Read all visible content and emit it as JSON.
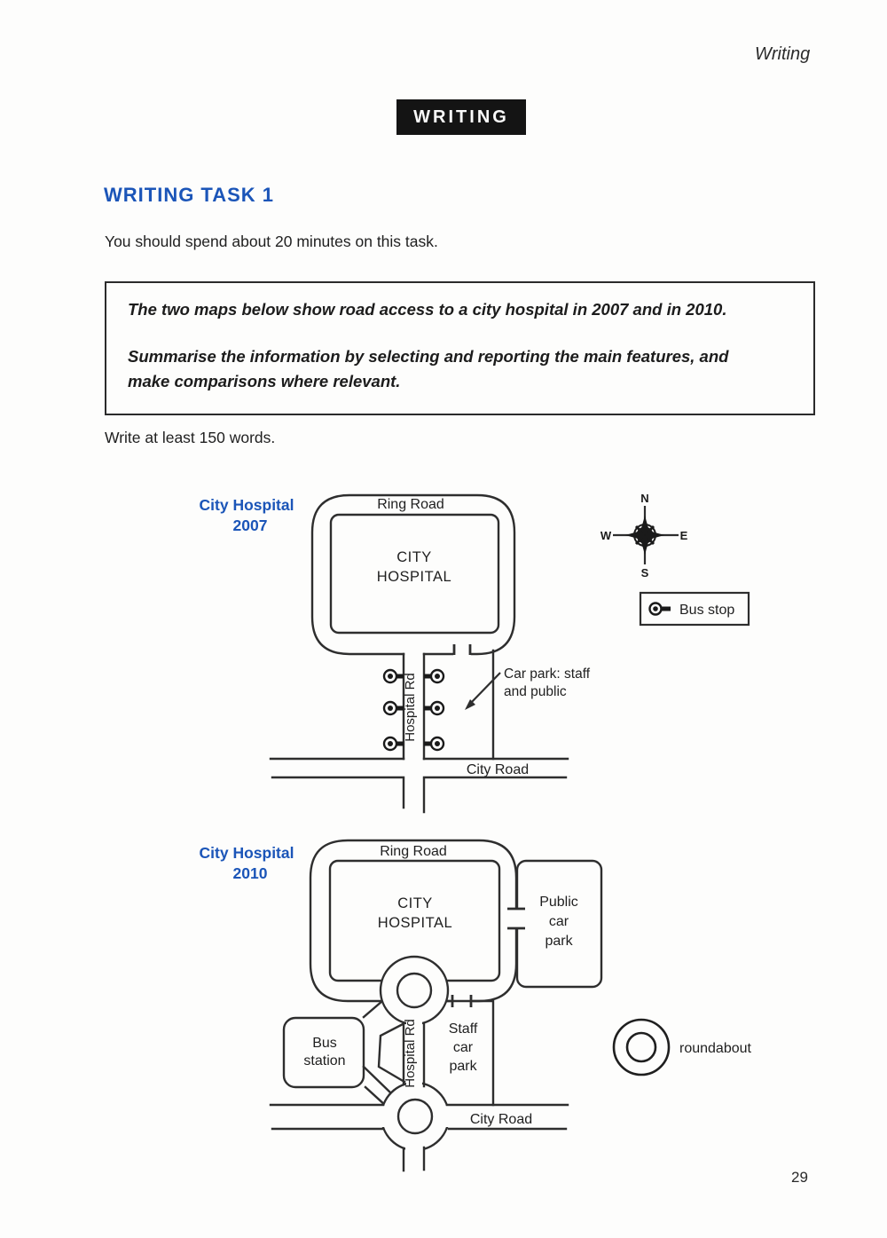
{
  "page": {
    "header": "Writing",
    "banner": "WRITING",
    "number": "29"
  },
  "intro": {
    "title": "WRITING TASK 1",
    "time_note": "You should spend about 20 minutes on this task.",
    "prompt": {
      "line1": "The two maps below show road access to a city hospital in 2007 and in 2010.",
      "line2": "Summarise the information by selecting and reporting the main features, and",
      "line3": "make comparisons where relevant."
    },
    "word_note": "Write at least 150 words."
  },
  "map2007": {
    "title": "City Hospital",
    "year": "2007",
    "labels": {
      "ring_road": "Ring Road",
      "city": "CITY",
      "hospital": "HOSPITAL",
      "hospital_rd": "Hospital Rd",
      "city_road": "City Road",
      "car_park_line1": "Car park: staff",
      "car_park_line2": "and public"
    },
    "compass": {
      "n": "N",
      "e": "E",
      "s": "S",
      "w": "W"
    },
    "legend": {
      "bus_stop": "Bus stop"
    }
  },
  "map2010": {
    "title": "City Hospital",
    "year": "2010",
    "labels": {
      "ring_road": "Ring Road",
      "city": "CITY",
      "hospital": "HOSPITAL",
      "hospital_rd": "Hospital Rd",
      "city_road": "City Road",
      "public_car_park_line1": "Public",
      "public_car_park_line2": "car",
      "public_car_park_line3": "park",
      "staff_car_park_line1": "Staff",
      "staff_car_park_line2": "car",
      "staff_car_park_line3": "park",
      "bus_station_line1": "Bus",
      "bus_station_line2": "station"
    },
    "legend": {
      "roundabout": "roundabout"
    }
  },
  "colors": {
    "accent_blue": "#1b55b8",
    "ink": "#2e2e2e",
    "banner_bg": "#141414"
  }
}
